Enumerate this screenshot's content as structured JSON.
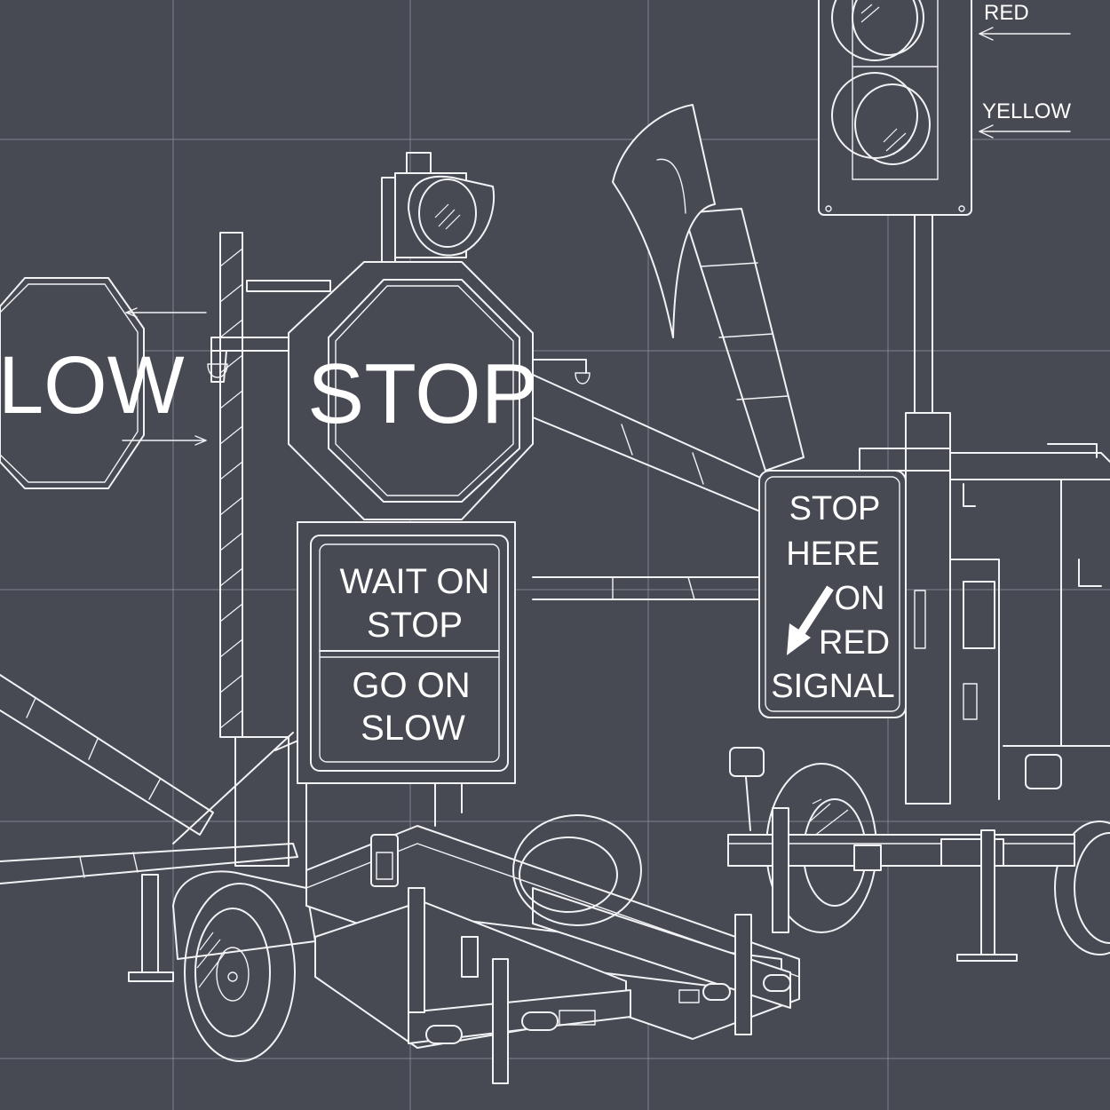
{
  "annotations": {
    "red_label": "RED",
    "yellow_label": "YELLOW"
  },
  "signs": {
    "slow_paddle": "LOW",
    "stop_paddle": "STOP",
    "wait_panel": {
      "line1": "WAIT ON",
      "line2": "STOP",
      "line3": "GO ON",
      "line4": "SLOW"
    },
    "stop_here": {
      "line1": "STOP",
      "line2": "HERE",
      "line3": "ON",
      "line4": "RED",
      "line5": "SIGNAL"
    }
  },
  "colors": {
    "background": "#474a53",
    "line": "#f2f3f5",
    "grid": "#7f838d"
  }
}
